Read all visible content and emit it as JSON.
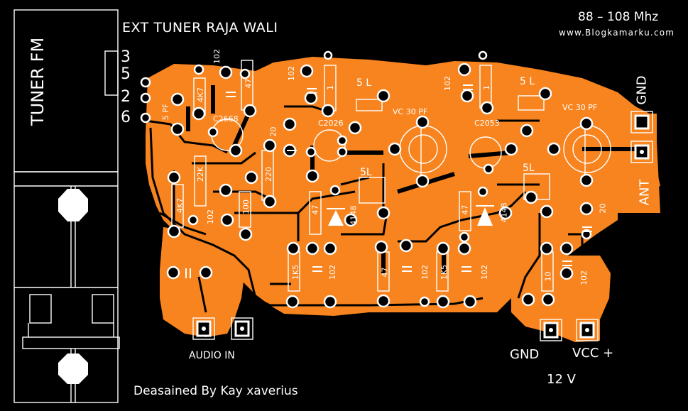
{
  "title": "EXT TUNER RAJA WALI",
  "frequency": "88 – 108 Mhz",
  "website": "www.Blogkamarku.com",
  "credit": "Deasained By Kay xaverius",
  "module": {
    "label": "TUNER FM",
    "pins": [
      "3",
      "5",
      "2",
      "6"
    ]
  },
  "connectors": {
    "audio_in": "AUDIO IN",
    "gnd_antenna": "GND",
    "antenna": "ANT",
    "gnd_power": "GND",
    "vcc": "VCC +",
    "supply": "12 V"
  },
  "components": {
    "cap_5pf": "5 PF",
    "r_4k7": "4K7",
    "cap_102_a": "102",
    "r_47_a": "47",
    "tr_c2668": "C2668",
    "cap_20_a": "20",
    "r_22k": "22K",
    "r_220": "220",
    "r_100": "100",
    "r_4k7_b": "4K7",
    "cap_102_b": "102",
    "cap_102_c": "102",
    "r_1_a": "1",
    "coil_5l_a": "5 L",
    "tr_c2026": "C2026",
    "vc_a": "VC 30 PF",
    "coil_5l_b": "5L",
    "r_47_b": "47",
    "diode_a": "4148",
    "r_1k5_a": "1K5",
    "cap_102_d": "102",
    "r_47_c": "47",
    "cap_102_e": "102",
    "r_1k5_b": "1K5",
    "cap_102_f": "102",
    "r_1_b": "1",
    "cap_102_g": "102",
    "coil_5l_c": "5 L",
    "tr_c2053": "C2053",
    "vc_b": "VC 30 PF",
    "coil_5l_d": "5L",
    "r_47_d": "47",
    "diode_b": "4148",
    "cap_20_b": "20",
    "r_10": "10",
    "cap_102_h": "102"
  },
  "colors": {
    "copper": "#F7841E",
    "background": "#000000",
    "silkscreen": "#FFFFFF",
    "pad": "#000000"
  }
}
